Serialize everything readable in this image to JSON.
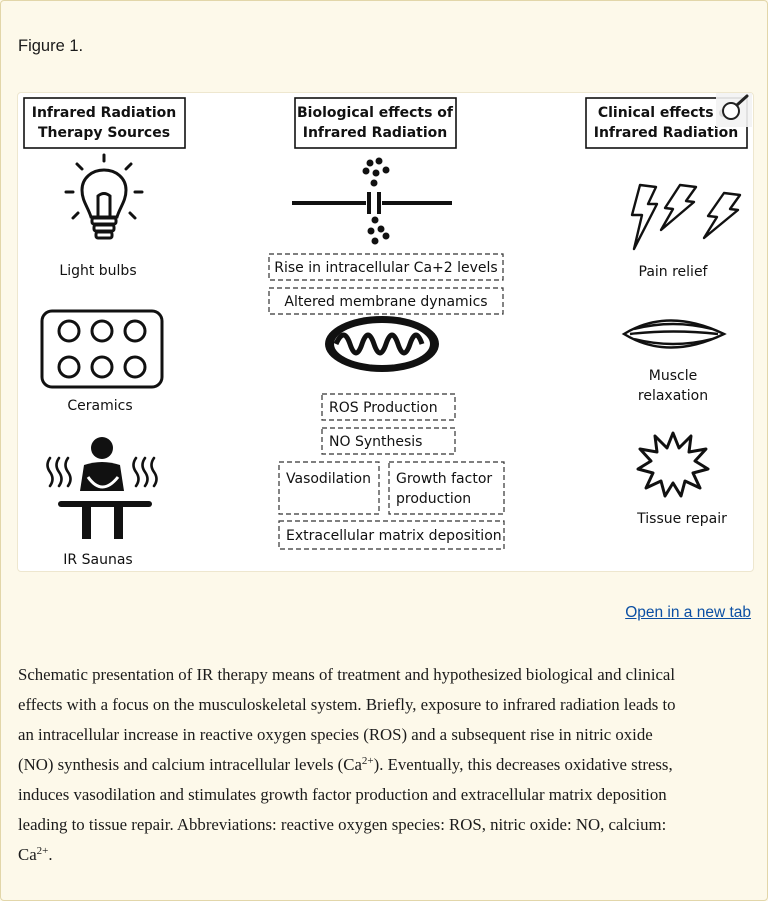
{
  "figure": {
    "label": "Figure 1.",
    "columns": {
      "left": {
        "header": [
          "Infrared Radiation",
          "Therapy Sources"
        ],
        "items": [
          "Light bulbs",
          "Ceramics",
          "IR Saunas"
        ]
      },
      "middle": {
        "header": [
          "Biological effects of",
          "Infrared Radiation"
        ],
        "boxes": {
          "calcium": "Rise in intracellular Ca+2 levels",
          "membrane": "Altered membrane dynamics",
          "ros": "ROS Production",
          "no": "NO Synthesis",
          "vasodilation": "Vasodilation",
          "growth_factor": [
            "Growth factor",
            "production"
          ],
          "matrix": "Extracellular matrix deposition"
        }
      },
      "right": {
        "header": [
          "Clinical effects of",
          "Infrared Radiation"
        ],
        "items": {
          "pain": "Pain relief",
          "muscle": [
            "Muscle",
            "relaxation"
          ],
          "tissue": "Tissue repair"
        }
      }
    }
  },
  "link": {
    "open_new_tab": "Open in a new tab"
  },
  "caption": {
    "line1": "Schematic presentation of IR therapy means of treatment and hypothesized biological and clinical",
    "line2": "effects with a focus on the musculoskeletal system. Briefly, exposure to infrared radiation leads to",
    "line3": "an intracellular increase in reactive oxygen species (ROS) and a subsequent rise in nitric oxide",
    "line4_pre": "(NO) synthesis and calcium intracellular levels (Ca",
    "sup": "2+",
    "line4_post": "). Eventually, this decreases oxidative stress,",
    "line5": "induces vasodilation and stimulates growth factor production and extracellular matrix deposition",
    "line6": "leading to tissue repair. Abbreviations: reactive oxygen species: ROS, nitric oxide: NO, calcium:",
    "line7_pre": "Ca",
    "line7_post": "."
  }
}
